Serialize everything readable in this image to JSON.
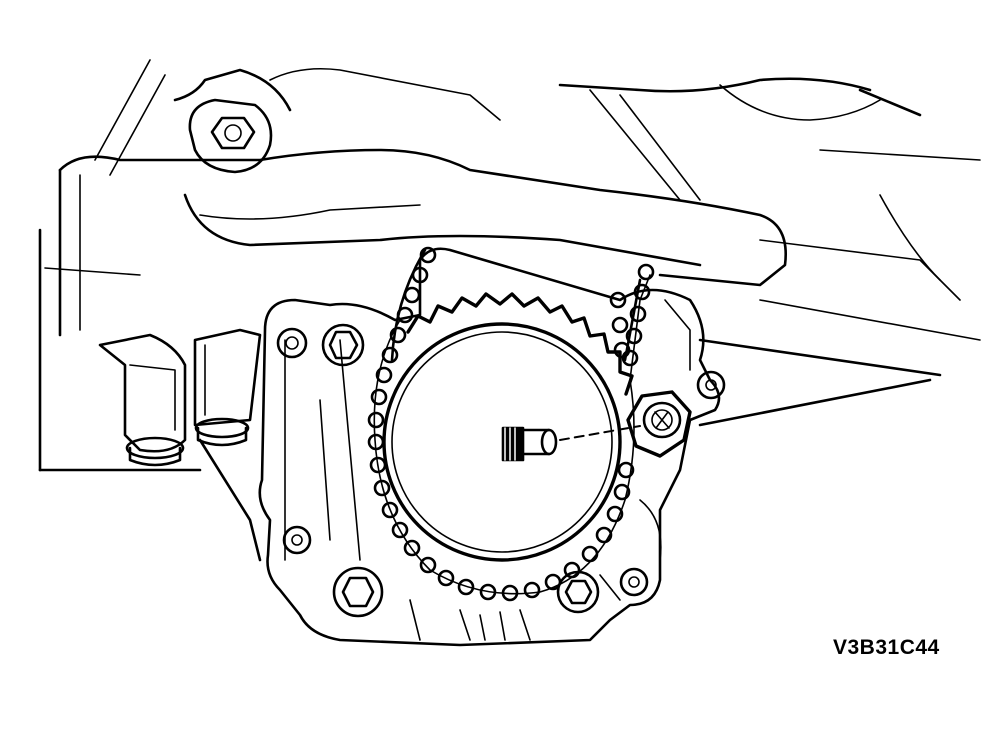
{
  "figure": {
    "code": "V3B31C44",
    "colors": {
      "ink": "#000000",
      "background": "#ffffff"
    },
    "icons": [
      "oil-pump-sprocket",
      "timing-chain",
      "hex-nut",
      "hex-bolt",
      "threaded-shaft"
    ]
  }
}
